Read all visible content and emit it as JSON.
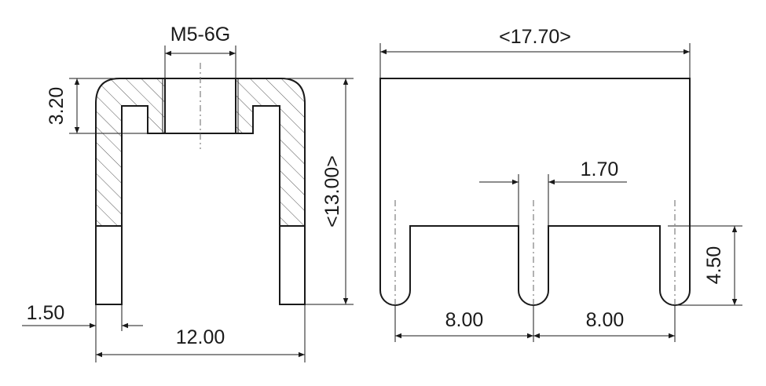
{
  "side_view": {
    "thread_label": "M5-6G",
    "height_top_label": "3.20",
    "overall_height_label": "<13.00>",
    "leg_width_label": "1.50",
    "overall_width_label": "12.00"
  },
  "front_view": {
    "overall_width_label": "<17.70>",
    "slot_width_label": "1.70",
    "slot_depth_label": "4.50",
    "pitch_left_label": "8.00",
    "pitch_right_label": "8.00"
  },
  "colors": {
    "line": "#1a1a1a",
    "hatch": "#555555",
    "background": "#ffffff"
  }
}
